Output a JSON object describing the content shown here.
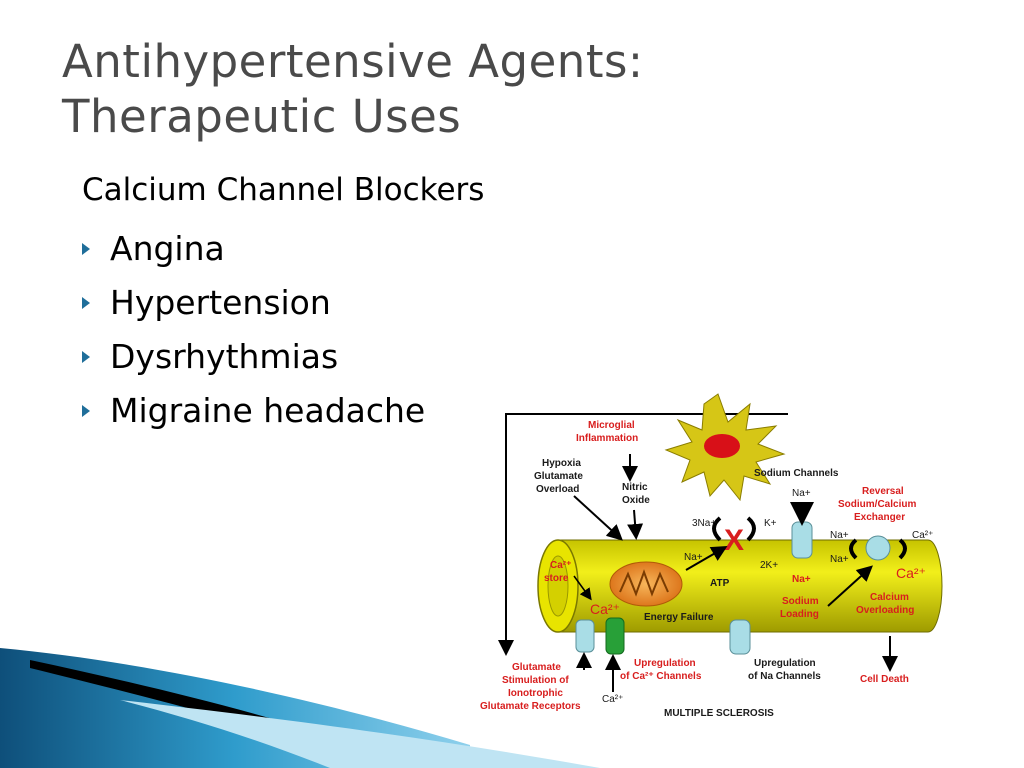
{
  "slide": {
    "title_line1": "Antihypertensive Agents:",
    "title_line2": "Therapeutic Uses",
    "section_heading": "Calcium Channel Blockers",
    "bullets": [
      "Angina",
      "Hypertension",
      "Dysrhythmias",
      "Migraine headache"
    ]
  },
  "figure": {
    "labels": {
      "microglial_1": "Microglial",
      "microglial_2": "Inflammation",
      "hypoxia_1": "Hypoxia",
      "hypoxia_2": "Glutamate",
      "hypoxia_3": "Overload",
      "nitric_1": "Nitric",
      "nitric_2": "Oxide",
      "sodium_channels": "Sodium Channels",
      "na_plus_top": "Na+",
      "reversal_1": "Reversal",
      "reversal_2": "Sodium/Calcium",
      "reversal_3": "Exchanger",
      "three_na": "3Na+",
      "k_plus": "K+",
      "na_plus_left": "Na+",
      "two_k": "2K+",
      "na_plus_mid": "Na+",
      "na_plus_ex1": "Na+",
      "ca_ex1": "Ca²⁺",
      "na_plus_ex2": "Na+",
      "ca_store_1": "Ca²⁺",
      "ca_store_2": "store",
      "ca_left": "Ca²⁺",
      "atp": "ATP",
      "ca_right": "Ca²⁺",
      "energy_failure": "Energy Failure",
      "sodium_loading_1": "Sodium",
      "sodium_loading_2": "Loading",
      "calcium_overloading_1": "Calcium",
      "calcium_overloading_2": "Overloading",
      "glutamate_1": "Glutamate",
      "glutamate_2": "Stimulation of",
      "glutamate_3": "Ionotrophic",
      "glutamate_4": "Glutamate Receptors",
      "upreg_ca_1": "Upregulation",
      "upreg_ca_2": "of Ca²⁺ Channels",
      "upreg_na_1": "Upregulation",
      "upreg_na_2": "of Na Channels",
      "cell_death": "Cell Death",
      "ca_bottom": "Ca²⁺",
      "caption": "MULTIPLE SCLEROSIS"
    },
    "colors": {
      "axon": "#e4e000",
      "axon_dark": "#8c8a00",
      "red_label": "#d81e1e",
      "blue_label": "#1f2f8a",
      "mito": "#f08a1c",
      "channel": "#a9dde6",
      "channel_green": "#28a038",
      "starburst": "#d6c616",
      "starburst_core": "#d81018"
    }
  },
  "decor": {
    "colors": {
      "blue_light": "#8ed0ec",
      "blue_mid": "#2f9ccc",
      "blue_dark": "#0e4f7a",
      "black": "#000000"
    }
  }
}
